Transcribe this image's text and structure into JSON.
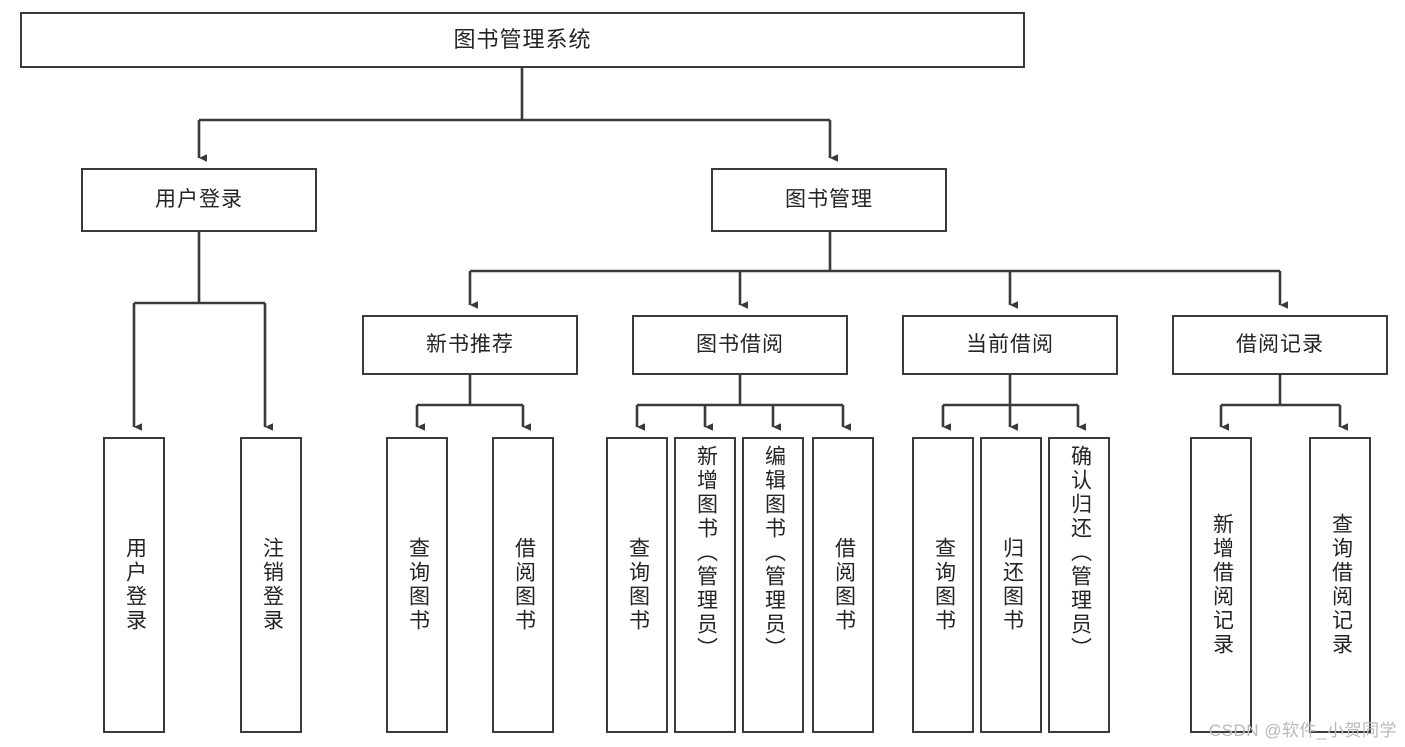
{
  "diagram": {
    "title": "图书管理系统",
    "type": "tree",
    "root": {
      "label": "图书管理系统"
    },
    "level2": [
      {
        "id": "user-login",
        "label": "用户登录"
      },
      {
        "id": "book-manage",
        "label": "图书管理"
      }
    ],
    "level3": [
      {
        "id": "new-book-recommend",
        "label": "新书推荐",
        "parent": "book-manage"
      },
      {
        "id": "book-borrow",
        "label": "图书借阅",
        "parent": "book-manage"
      },
      {
        "id": "current-borrow",
        "label": "当前借阅",
        "parent": "book-manage"
      },
      {
        "id": "borrow-record",
        "label": "借阅记录",
        "parent": "book-manage"
      }
    ],
    "leaves": [
      {
        "id": "leaf-user-login",
        "label": "用户登录",
        "parent": "user-login"
      },
      {
        "id": "leaf-logout-login",
        "label": "注销登录",
        "parent": "user-login"
      },
      {
        "id": "leaf-query-book-1",
        "label": "查询图书",
        "parent": "new-book-recommend"
      },
      {
        "id": "leaf-borrow-book-1",
        "label": "借阅图书",
        "parent": "new-book-recommend"
      },
      {
        "id": "leaf-query-book-2",
        "label": "查询图书",
        "parent": "book-borrow"
      },
      {
        "id": "leaf-add-book",
        "label": "新增图书（管理员）",
        "parent": "book-borrow"
      },
      {
        "id": "leaf-edit-book",
        "label": "编辑图书（管理员）",
        "parent": "book-borrow"
      },
      {
        "id": "leaf-borrow-book-2",
        "label": "借阅图书",
        "parent": "book-borrow"
      },
      {
        "id": "leaf-query-book-3",
        "label": "查询图书",
        "parent": "current-borrow"
      },
      {
        "id": "leaf-return-book",
        "label": "归还图书",
        "parent": "current-borrow"
      },
      {
        "id": "leaf-confirm-return",
        "label": "确认归还（管理员）",
        "parent": "current-borrow"
      },
      {
        "id": "leaf-add-record",
        "label": "新增借阅记录",
        "parent": "borrow-record"
      },
      {
        "id": "leaf-query-record",
        "label": "查询借阅记录",
        "parent": "borrow-record"
      }
    ]
  },
  "watermark": {
    "text": "CSDN @软件_小贺同学"
  },
  "colors": {
    "stroke": "#3a3a3a",
    "fill": "#ffffff",
    "text": "#242424",
    "watermark": "#b9b9b9"
  }
}
